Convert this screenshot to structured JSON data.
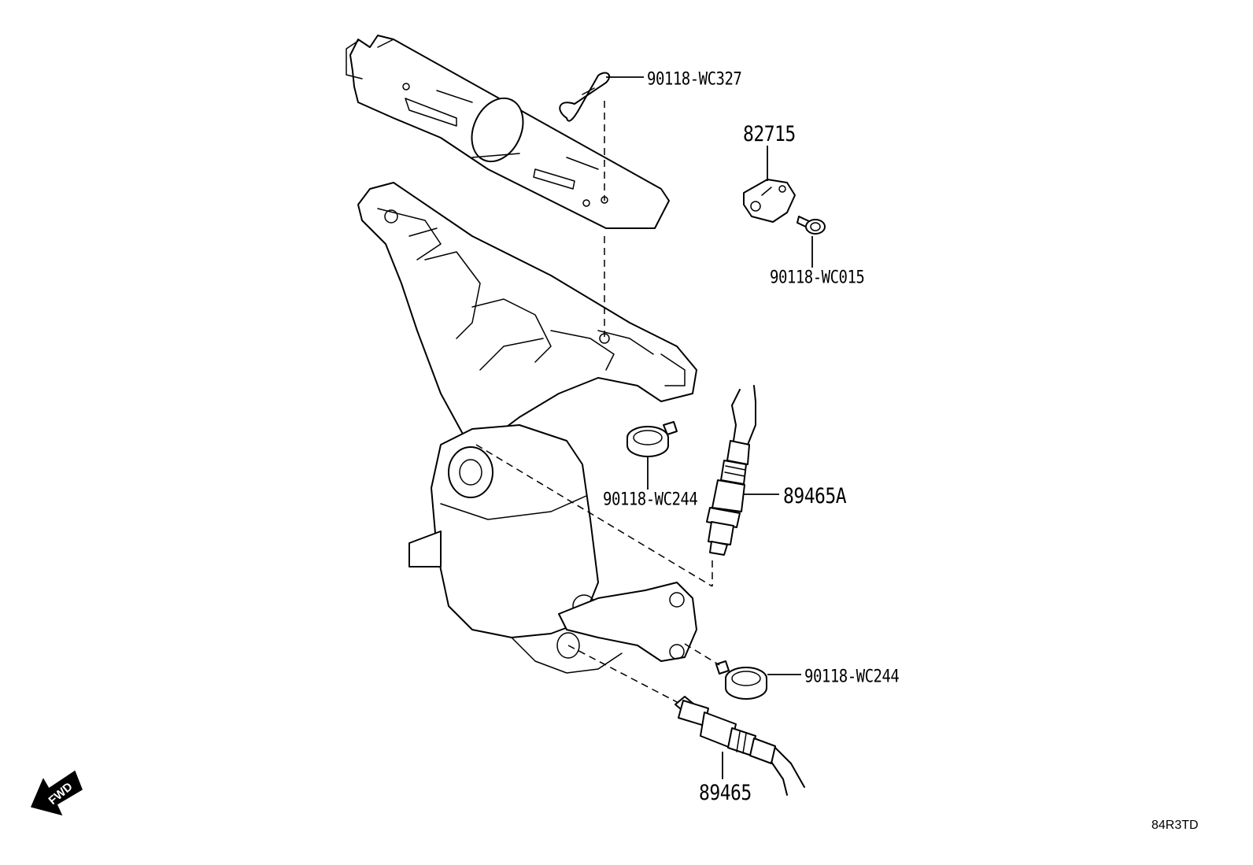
{
  "callouts": {
    "clip_top": "90118-WC327",
    "bracket": "82715",
    "bolt": "90118-WC015",
    "clamp_upper": "90118-WC244",
    "sensor_upper": "89465A",
    "clamp_lower": "90118-WC244",
    "sensor_lower": "89465"
  },
  "fwd_arrow": {
    "label": "FWD",
    "icon": "fwd-arrow-icon"
  },
  "drawing_id": "84R3TD"
}
